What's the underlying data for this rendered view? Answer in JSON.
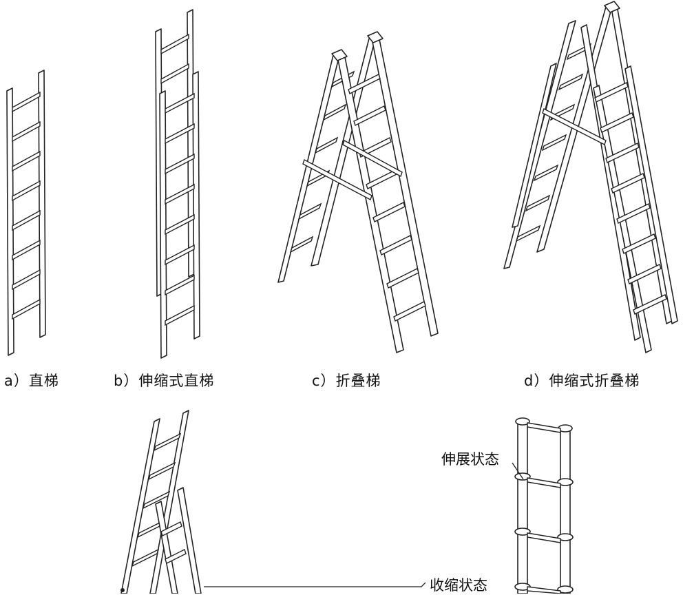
{
  "captions": {
    "a": "a）直梯",
    "b": "b）伸缩式直梯",
    "c": "c）折叠梯",
    "d": "d）伸缩式折叠梯"
  },
  "callouts": {
    "extended": "伸展状态",
    "retracted": "收缩状态"
  },
  "colors": {
    "line": "#222222",
    "background": "#ffffff"
  }
}
